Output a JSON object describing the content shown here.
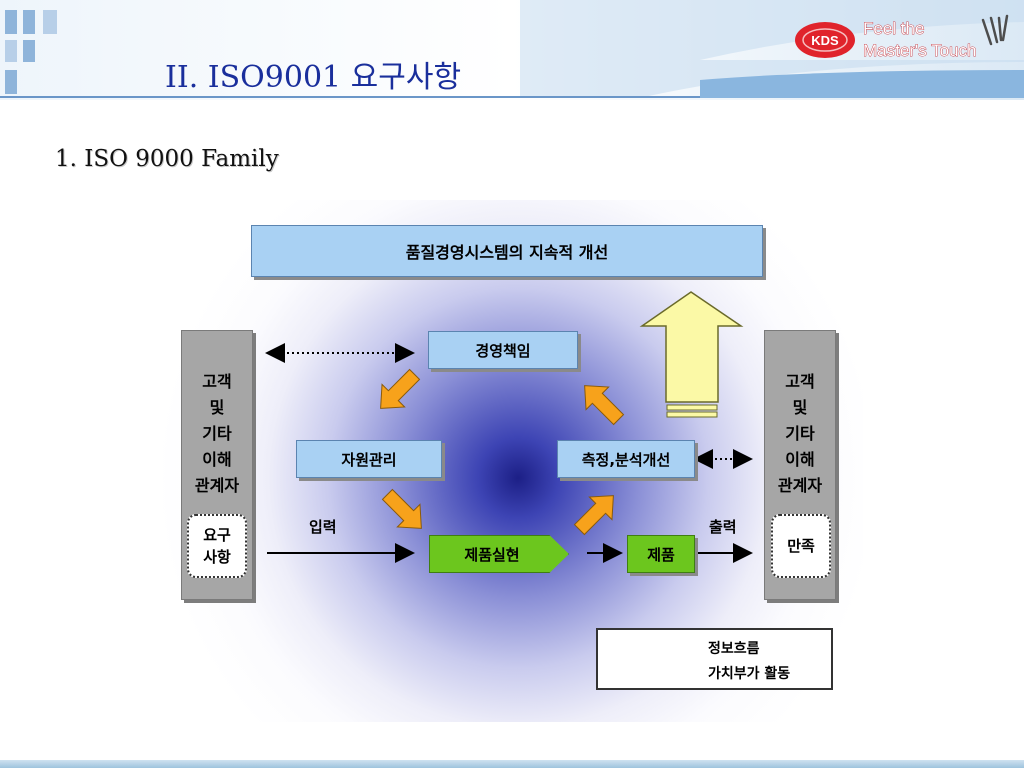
{
  "header": {
    "title": "II. ISO9001 요구사항",
    "logo_badge": "KDS",
    "logo_line1": "Feel the",
    "logo_line2": "Master's Touch"
  },
  "subtitle": "1. ISO 9000 Family",
  "diagram": {
    "top_banner": "품질경영시스템의 지속적 개선",
    "boxes": {
      "management": "경영책임",
      "resource": "자원관리",
      "measure": "측정,분석개선",
      "realization": "제품실현",
      "product": "제품"
    },
    "left_column": {
      "label_lines": [
        "고객",
        "및",
        "기타",
        "이해",
        "관계자"
      ],
      "dotted_lines": [
        "요구",
        "사항"
      ]
    },
    "right_column": {
      "label_lines": [
        "고객",
        "및",
        "기타",
        "이해",
        "관계자"
      ],
      "dotted_text": "만족"
    },
    "flow_labels": {
      "input": "입력",
      "output": "출력"
    },
    "legend": {
      "info_flow": "정보흐름",
      "value_added": "가치부가 활동"
    }
  },
  "colors": {
    "title_blue": "#1a2f9c",
    "box_blue": "#a9d1f3",
    "box_green": "#6cc61e",
    "arrow_orange": "#f7a21b",
    "arrow_yellow": "#fbf9a6",
    "column_gray": "#a6a6a6"
  }
}
